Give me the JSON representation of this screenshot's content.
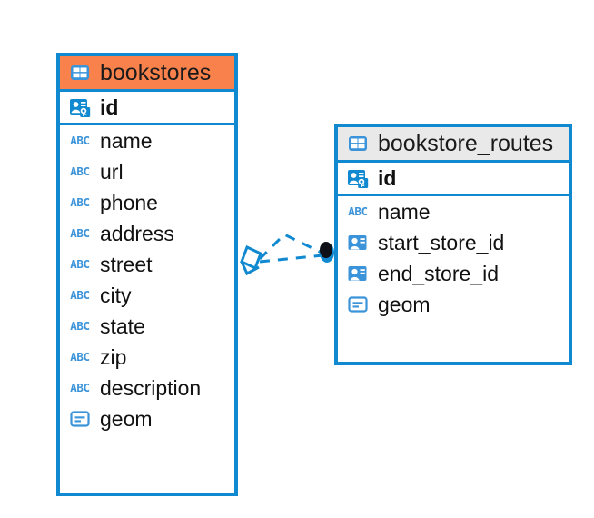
{
  "diagram": {
    "type": "entity-relationship-diagram",
    "background_color": "#ffffff",
    "accent_color": "#1189d0",
    "selected_color": "#f9814c",
    "header_color": "#e9e9e9"
  },
  "tables": [
    {
      "name": "bookstores",
      "selected": true,
      "table_icon": "table-icon",
      "primary_key": {
        "label": "id",
        "icon": "primary-key-icon"
      },
      "fields": [
        {
          "label": "name",
          "icon": "text-type-icon"
        },
        {
          "label": "url",
          "icon": "text-type-icon"
        },
        {
          "label": "phone",
          "icon": "text-type-icon"
        },
        {
          "label": "address",
          "icon": "text-type-icon"
        },
        {
          "label": "street",
          "icon": "text-type-icon"
        },
        {
          "label": "city",
          "icon": "text-type-icon"
        },
        {
          "label": "state",
          "icon": "text-type-icon"
        },
        {
          "label": "zip",
          "icon": "text-type-icon"
        },
        {
          "label": "description",
          "icon": "text-type-icon"
        },
        {
          "label": "geom",
          "icon": "geometry-type-icon"
        }
      ]
    },
    {
      "name": "bookstore_routes",
      "selected": false,
      "table_icon": "table-icon",
      "primary_key": {
        "label": "id",
        "icon": "primary-key-icon"
      },
      "fields": [
        {
          "label": "name",
          "icon": "text-type-icon"
        },
        {
          "label": "start_store_id",
          "icon": "foreign-key-icon"
        },
        {
          "label": "end_store_id",
          "icon": "foreign-key-icon"
        },
        {
          "label": "geom",
          "icon": "geometry-type-icon"
        }
      ]
    }
  ],
  "relationship": {
    "style": "dashed",
    "color": "#1189d0",
    "source_marker": "diamond-outline",
    "target_marker": "filled-dot",
    "from_table": "bookstores",
    "to_table": "bookstore_routes"
  },
  "icon_labels": {
    "abc": "ABC"
  }
}
